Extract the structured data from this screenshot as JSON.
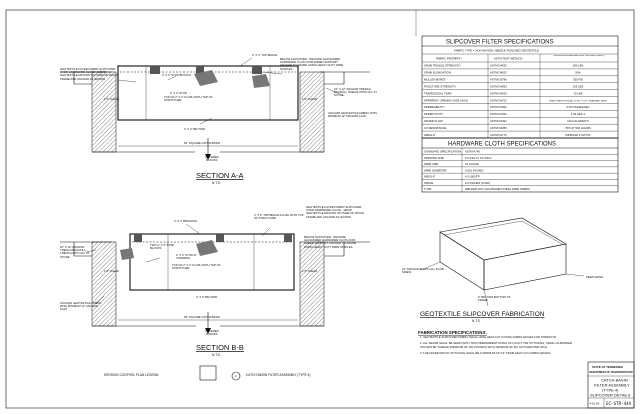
{
  "section_a": {
    "title": "SECTION A-A",
    "scale": "N.T.S.",
    "callouts": {
      "top_brace": "2\" X 4\" TOP BRACE",
      "below_slipcover": "BELOW SLIPCOVER - PROVIDE GALVANIZED HARDWARE CLOTH FOR ADDED SUPPORT. ANCHOR TO FRAME USING HEAVY DUTY WIRE STAPLES",
      "geotextile_left": "GEOTEXTILE FILTER FABRIC SLIPCOVER OVER HARDWARE CLOTH - WRAP GEOTEXTILE AROUND OUTSIDE OF WOOD FRAME AND ANCHOR AS SHOWN.",
      "stop_blocks": "2\" X 4\" STOP BLOCKS",
      "stud": "2\" X 4\" STUD",
      "flush_top": "TOP OF 2\" X 4\" FLUSH WITH TOP OF STRUCTURE",
      "clear_left": "1.5\" CLEAR",
      "clear_right": "1.5\" CLEAR",
      "beyond": "2\" X 4\" BEYOND",
      "anchor_trench": "10\" X 12\" ANCHOR TRENCH BACKFILL TRENCH WITH NO. 57 STONE.",
      "anchor_flap": "ANCHOR GEOTEXTILE FABRIC WITH MINIMUM 12\" ANCHOR FLAP",
      "catch_basin": "84\" SQUARE CATCH BASIN",
      "filtered_runoff": "FILTERED RUNOFF"
    }
  },
  "section_b": {
    "title": "SECTION B-B",
    "scale": "N.T.S.",
    "callouts": {
      "bridging": "2\" X 4\" BRIDGING",
      "top_brace": "2\" X 6\" TOP BRACE FLUSH WITH TOP OF STRUCTURE",
      "geotextile_right": "GEOTEXTILE FILTER FABRIC SLIPCOVER OVER HARDWARE CLOTH - WRAP GEOTEXTILE AROUND OUTSIDE OF WOOD FRAME AND ANCHOR AS SHOWN.",
      "below_slipcover": "BELOW SLIPCOVER - PROVIDE GALVANIZED HARDWARE CLOTH FOR ADDED SUPPORT. ANCHOR TO FRAME USING HEAVY DUTY WIRE STAPLES",
      "stop_blocks": "TWO 2\" X 4\" STOP BLOCKS",
      "stud": "2\" X 4\" STUD AT CORNERS",
      "flush_top": "TOP OF 2\" X 4\" FLUSH WITH TOP OF STRUCTURE",
      "anchor_trench": "10\" X 12\" ANCHOR TRENCH BACKFILL TRENCH WITH NO. 57 STONE",
      "clear_left": "1.5\" CLEAR",
      "clear_right": "1.5\" CLEAR",
      "beyond": "2\" X 6\" BEYOND",
      "anchor_flap": "ANCHOR GEOTEXTILE FABRIC WITH MINIMUM 12\" ANCHOR FLAP",
      "catch_basin": "84\" SQUARE CATCH BASIN",
      "filtered_runoff": "FILTERED RUNOFF"
    }
  },
  "legend": {
    "label": "EROSION CONTROL PLAN LEGEND:",
    "symbol": "4",
    "description": "CATCH BASIN FILTER ASSEMBLY (TYPE 4)"
  },
  "slipcover_spec": {
    "title": "SLIPCOVER FILTER SPECIFICATIONS",
    "fabric_type": "FABRIC TYPE = NON-WOVEN, NEEDLE-PUNCHED GEOTEXTILE",
    "headers": [
      "FABRIC PROPERTY",
      "ASTM TEST METHOD",
      "MINIMUM AVERAGE ROLL VALUES (MARV)"
    ],
    "rows": [
      [
        "GRAB TENSILE STRENGTH",
        "ASTM D4632",
        "180 LBS"
      ],
      [
        "GRAB ELONGATION",
        "ASTM D4632",
        "50%"
      ],
      [
        "MULLEN BURST",
        "ASTM D3786",
        "350 PSI"
      ],
      [
        "PUNCTURE STRENGTH",
        "ASTM D4833",
        "105 LBS"
      ],
      [
        "TRAPEZOIDAL TEAR",
        "ASTM D4533",
        "70 LBS"
      ],
      [
        "APPARENT OPENING SIZE (AOS)",
        "ASTM D4751",
        "FINER THAN OR EQUAL TO NO. 70 U.S. STANDARD SIEVE"
      ],
      [
        "PERMEABILITY",
        "ASTM D4491",
        "0.15 INCHES/SEC"
      ],
      [
        "PERMITTIVITY",
        "ASTM D4491",
        "1.35 SEC-1"
      ],
      [
        "WATER FLOW",
        "ASTM D4491",
        "110 GAL/MIN/FT²"
      ],
      [
        "UV RESISTANCE",
        "ASTM D4355",
        "70% AT 500 HOURS"
      ],
      [
        "WEIGHT",
        "ASTM D3776",
        "MINIMUM 6 OZ/YD²"
      ]
    ]
  },
  "hardware_spec": {
    "title": "HARDWARE CLOTH SPECIFICATIONS",
    "rows": [
      [
        "STANDARD SPECIFICATION",
        "ASTM A740"
      ],
      [
        "OPENING SIZE",
        "0.5 INCH X 0.5 INCH"
      ],
      [
        "WIRE SIZE",
        "19 GAUGE"
      ],
      [
        "WIRE DIAMETER",
        "0.041 INCHES"
      ],
      [
        "WEIGHT",
        "4.5 LBS/FT²"
      ],
      [
        "SPACE",
        "1/2 INCHES (0.026)"
      ],
      [
        "TYPE",
        "WELDED HOT GALVANIZED STEEL WIRE FABRIC"
      ]
    ]
  },
  "fabrication": {
    "title": "GEOTEXTILE SLIPCOVER FABRICATION",
    "scale": "N.T.S.",
    "anchor_flaps": "12\" ANCHOR FLAPS (ALL FOUR SIDES)",
    "beyond_bottom": "2\" BEYOND BOTTOM OF FRAME",
    "sewn_edge": "SEWN EDGE",
    "specs_title": "FABRICATION SPECIFICATIONS:",
    "specs": [
      "1. GEOTEXTILE SLIPCOVER FABRIC SHALL HAVE HEAT-CUT FUSING FABRIC EDGES FOR STRENGTH.",
      "2. ALL SEAMS SHALL BE SEWN WITH TWO INDEPENDENT ROWS OF LOCK-TYPE STITCHING, USING UV-BONDED POLYESTER THREAD (MINIMUM OF 100 POUNDS) WITH MINIMUM OF SIX STITCHES PER INCH.",
      "3. THE INSIDE DIM OF STITCHING SHALL BE A MINIMUM OF 0.5\" FROM HEAT-CUT FABRIC EDGES."
    ]
  },
  "title_block": {
    "state": "STATE OF TENNESSEE",
    "department": "DEPARTMENT OF TRANSPORTATION",
    "drawing_title": [
      "CATCH BASIN",
      "FILTER ASSEMBLY",
      "(TYPE 4)",
      "SLIPCOVER DETAILS"
    ],
    "date": "4-15-04",
    "drawing_number": "EC-STR-44A"
  }
}
